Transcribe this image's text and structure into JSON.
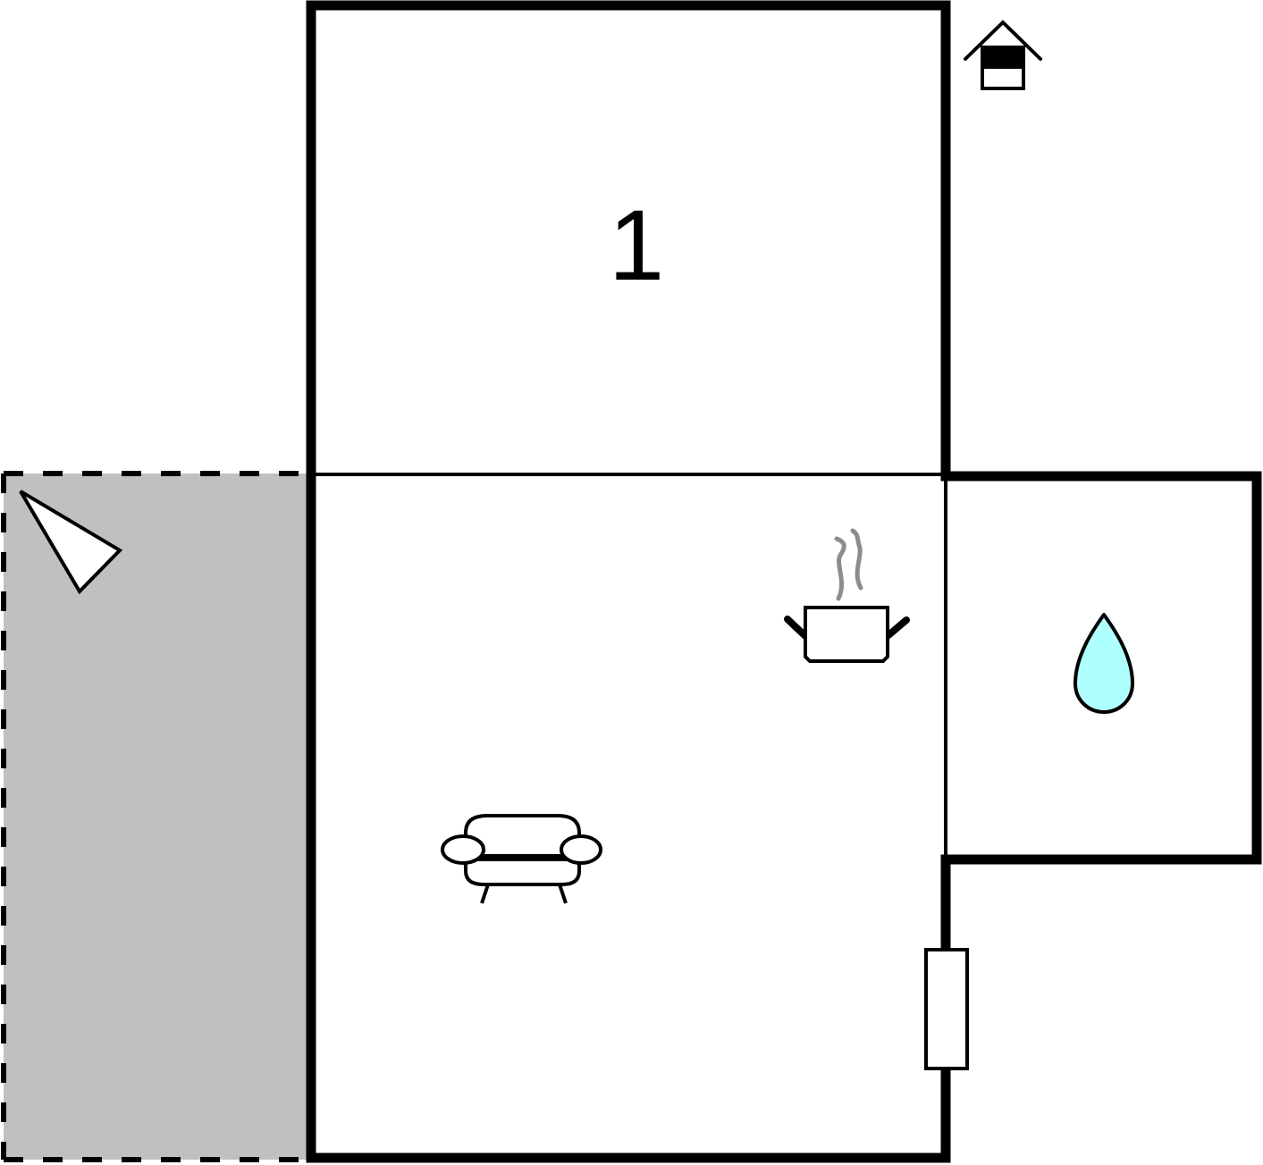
{
  "diagram": {
    "type": "floor-plan",
    "colors": {
      "wall": "#000000",
      "terrace_fill": "#c0c0c0",
      "water_drop_fill": "#b0ffff",
      "steam": "#8c8c8c",
      "background": "#ffffff"
    },
    "rooms": [
      {
        "id": "bedroom",
        "label": "1",
        "icon": "bedroom-number"
      },
      {
        "id": "living-kitchen",
        "label": "",
        "icons": [
          "cooking-pot-icon",
          "sofa-icon"
        ]
      },
      {
        "id": "bathroom",
        "label": "",
        "icons": [
          "water-drop-icon"
        ]
      },
      {
        "id": "terrace",
        "label": "",
        "icons": [
          "parasol-icon"
        ]
      }
    ],
    "entrance": {
      "icon": "house-entrance-icon"
    },
    "window": {
      "icon": "window-icon"
    }
  }
}
